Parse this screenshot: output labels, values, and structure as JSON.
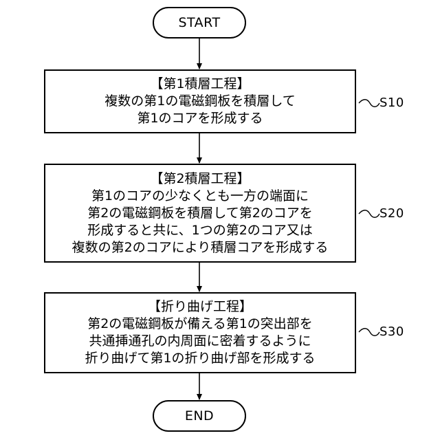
{
  "flowchart": {
    "start": "START",
    "end": "END",
    "steps": [
      {
        "label": "S10",
        "lines": [
          "【第1積層工程】",
          "複数の第1の電磁鋼板を積層して",
          "第1のコアを形成する"
        ]
      },
      {
        "label": "S20",
        "lines": [
          "【第2積層工程】",
          "第1のコアの少なくとも一方の端面に",
          "第2の電磁鋼板を積層して第2のコアを",
          "形成すると共に、1つの第2のコア又は",
          "複数の第2のコアにより積層コアを形成する"
        ]
      },
      {
        "label": "S30",
        "lines": [
          "【折り曲げ工程】",
          "第2の電磁鋼板が備える第1の突出部を",
          "共通挿通孔の内周面に密着するように",
          "折り曲げて第1の折り曲げ部を形成する"
        ]
      }
    ]
  }
}
